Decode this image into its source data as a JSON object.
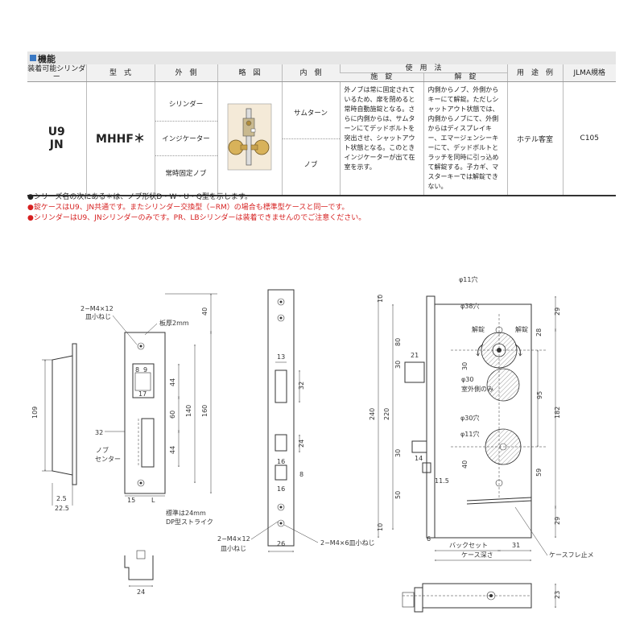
{
  "section": {
    "title": "機能"
  },
  "table": {
    "headers": {
      "series": "装着可能シリンダー",
      "model": "型　式",
      "exterior": "外　側",
      "diagram": "略　図",
      "interior": "内　側",
      "usage": "使　用　法",
      "usage_lock": "施　錠",
      "usage_unlock": "解　錠",
      "application": "用　途　例",
      "standard": "JLMA規格"
    },
    "row": {
      "series": [
        "U9",
        "JN"
      ],
      "model": "MHHF＊",
      "exterior": [
        "シリンダー",
        "インジケーター",
        "常時固定ノブ"
      ],
      "interior": [
        "サムターン",
        "ノブ"
      ],
      "lock_text": "外ノブは常に固定されているため、扉を閉めると常時自動施錠となる。さらに内側からは、サムターンにてデッドボルトを突出させ、シャットアウト状態となる。このときインジケーターが出て在室を示す。",
      "unlock_text": "内側からノブ、外側からキーにて解錠。ただしシャットアウト状態では、内側からノブにて、外側からはディスプレイキー、エマージェンシーキーにて、デッドボルトとラッチを同時に引っ込めて解錠する。子カギ、マスターキーでは解錠できない。",
      "application": "ホテル客室",
      "standard": "C105"
    }
  },
  "notes": [
    {
      "text": "●シリーズ名の次にある＊は、ノブ形状D・W・U・Q型を示します。",
      "red": false
    },
    {
      "text": "●錠ケースはU9、JN共通です。またシリンダー交換型（−RM）の場合も標準型ケースと同一です。",
      "red": true
    },
    {
      "text": "●シリンダーはU9、JNシリンダーのみです。PR、LBシリンダーは装着できませんのでご注意ください。",
      "red": true
    }
  ],
  "drawing": {
    "labels": {
      "screw_top": "2−M4×12",
      "screw_top2": "皿小ねじ",
      "plate": "板厚2mm",
      "knob_center": "ノブ",
      "knob_center2": "センター",
      "strike1": "標準は24mm",
      "strike2": "DP型ストライク",
      "screw_bottom": "2−M4×12",
      "screw_bottom2": "皿小ねじ",
      "screw_m6": "2−M4×6皿小ねじ",
      "phi11_top": "φ11穴",
      "phi38": "φ38穴",
      "unlock_l": "解錠",
      "unlock_r": "解錠",
      "phi30_outer": "φ30",
      "phi30_outer2": "室外側のみ",
      "phi30": "φ30穴",
      "phi11_bottom": "φ11穴",
      "backset": "バックセット",
      "case_depth": "ケース深さ",
      "case_stop": "ケースフレ止メ"
    },
    "dims": {
      "d109": "109",
      "d25": "2.5",
      "d225": "22.5",
      "d32": "32",
      "d8": "8",
      "d9": "9",
      "d17": "17",
      "d15": "15",
      "dL": "L",
      "d40": "40",
      "d44a": "44",
      "d60": "60",
      "d140": "140",
      "d160": "160",
      "d44b": "44",
      "d24w": "24",
      "d13": "13",
      "d32b": "32",
      "d24": "24",
      "d16a": "16",
      "d16b": "16",
      "d8b": "8",
      "d26": "26",
      "d10a": "10",
      "d80": "80",
      "d21": "21",
      "d30a": "30",
      "d240": "240",
      "d220": "220",
      "d30b": "30",
      "d14": "14",
      "d50": "50",
      "d10b": "10",
      "d115": "11.5",
      "d6": "6",
      "d29a": "29",
      "d28": "28",
      "d95": "95",
      "d182": "182",
      "d59": "59",
      "d29b": "29",
      "d30c": "30",
      "d40b": "40",
      "d31": "31",
      "d23": "23"
    }
  }
}
